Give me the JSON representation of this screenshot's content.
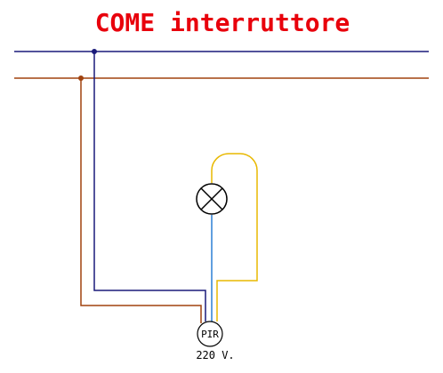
{
  "title": "COME interruttore",
  "sensor": {
    "label": "PIR",
    "voltage_label": "220 V."
  },
  "colors": {
    "title": "#e8000c",
    "neutral_wire": "#1a1a7a",
    "phase_wire": "#a0420f",
    "lamp_return_wire": "#e8b800",
    "load_wire": "#2a7fd4",
    "component_outline": "#000000"
  },
  "components": [
    {
      "name": "lamp",
      "icon": "lamp-cross-icon"
    },
    {
      "name": "pir-sensor",
      "icon": "pir-sensor-icon"
    }
  ]
}
